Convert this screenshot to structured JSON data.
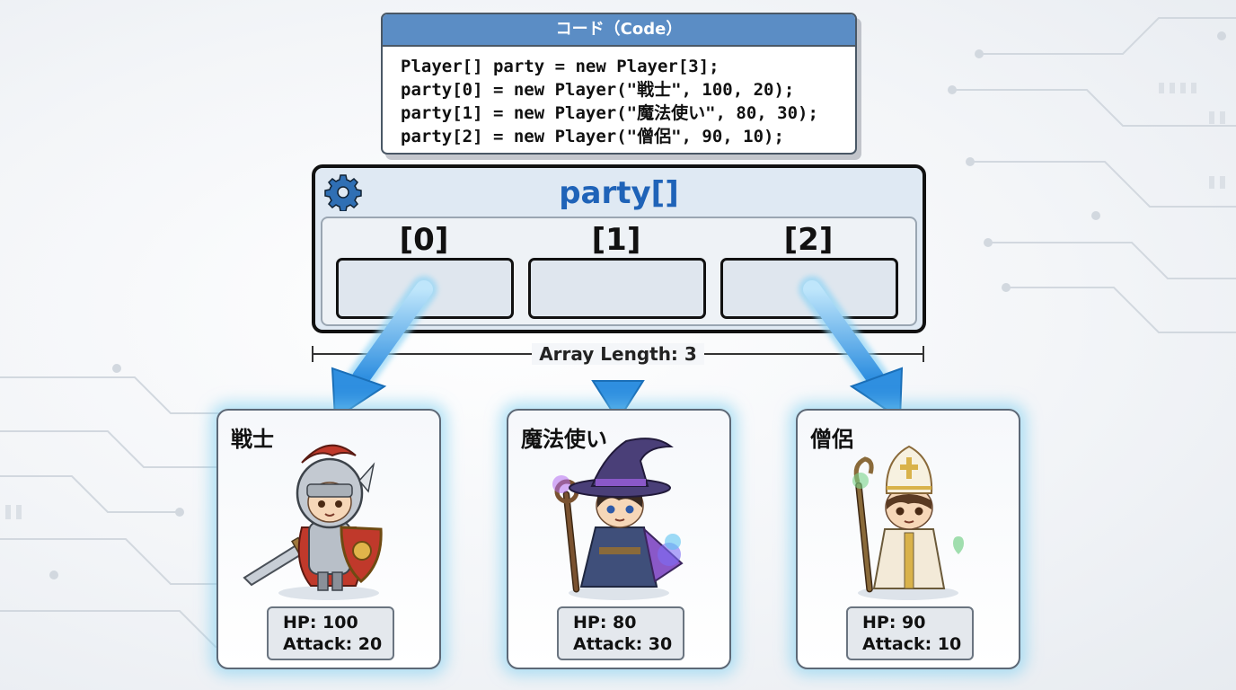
{
  "code": {
    "header": "コード（Code）",
    "lines": [
      "Player[] party = new Player[3];",
      "party[0] = new Player(\"戦士\", 100, 20);",
      "party[1] = new Player(\"魔法使い\", 80, 30);",
      "party[2] = new Player(\"僧侶\", 90, 10);"
    ]
  },
  "array": {
    "name": "party[]",
    "slots": [
      {
        "index": "[0]"
      },
      {
        "index": "[1]"
      },
      {
        "index": "[2]"
      }
    ],
    "length_label": "Array Length: 3"
  },
  "characters": [
    {
      "name": "戦士",
      "hp": "HP: 100",
      "attack": "Attack: 20",
      "icon": "warrior-knight-icon"
    },
    {
      "name": "魔法使い",
      "hp": "HP: 80",
      "attack": "Attack: 30",
      "icon": "wizard-mage-icon"
    },
    {
      "name": "僧侶",
      "hp": "HP: 90",
      "attack": "Attack: 10",
      "icon": "priest-cleric-icon"
    }
  ],
  "colors": {
    "accent": "#5b8dc5",
    "title": "#1f63b8",
    "arrow": "#3aa0e8",
    "glow": "#7ccdf0"
  }
}
